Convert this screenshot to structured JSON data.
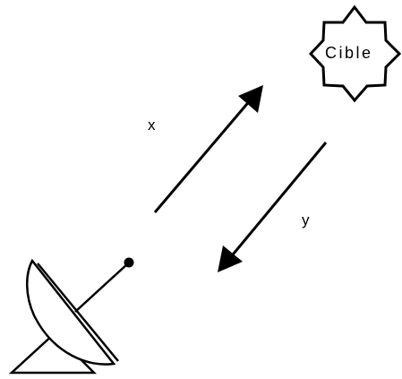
{
  "diagram": {
    "target_label": "Cible",
    "outgoing_arrow_label": "x",
    "return_arrow_label": "y",
    "stroke_color": "#000000",
    "background_color": "#ffffff",
    "icons": [
      "satellite-dish-icon",
      "starburst-target-icon"
    ]
  }
}
